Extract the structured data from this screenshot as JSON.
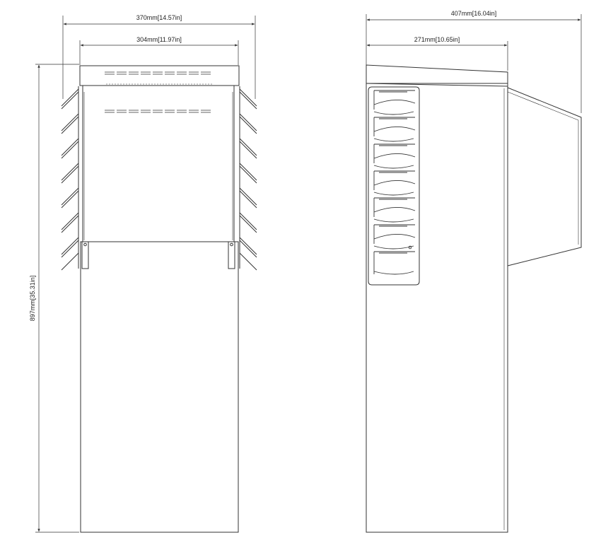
{
  "dimensions": {
    "front_outer_width": "370mm[14.57in]",
    "front_inner_width": "304mm[11.97in]",
    "height": "897mm[35.31in]",
    "side_outer_width": "407mm[16.04in]",
    "side_inner_width": "271mm[10.65in]"
  },
  "colors": {
    "line": "#333333",
    "background": "#ffffff"
  }
}
